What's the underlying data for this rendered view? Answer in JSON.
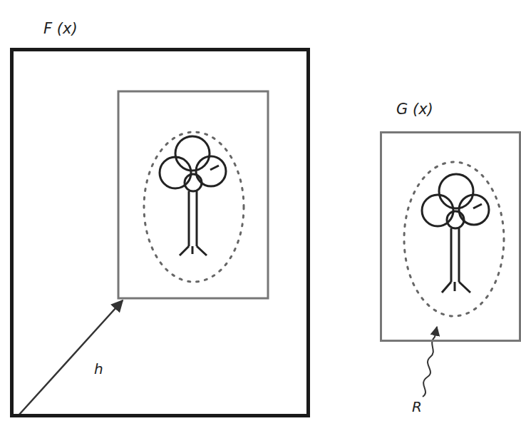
{
  "diagram": {
    "nodes": [
      {
        "text": [
          "F (x)"
        ]
      },
      {
        "text": [
          "G (x)"
        ]
      }
    ],
    "labels": [
      "h",
      "R"
    ]
  }
}
